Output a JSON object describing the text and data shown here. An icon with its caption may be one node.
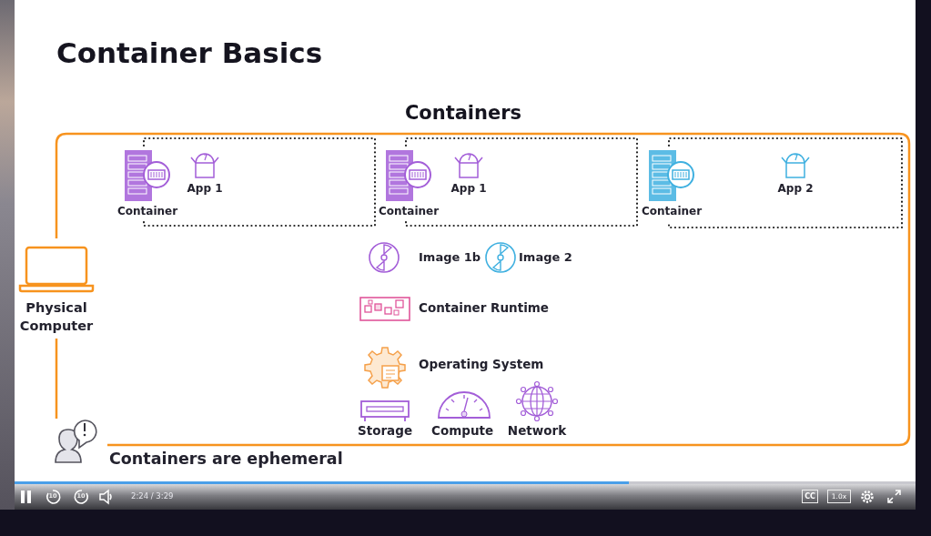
{
  "diagram": {
    "title": "Container Basics",
    "nodes": [
      {
        "text": [
          "Containers"
        ]
      },
      {
        "text": [
          "Container",
          "App 1"
        ],
        "in": 0
      },
      {
        "text": [
          "Container",
          "App 1"
        ],
        "in": 0
      },
      {
        "text": [
          "Container",
          "App 2"
        ],
        "in": 0
      },
      {
        "text": [
          "Physical Computer"
        ]
      }
    ],
    "labels": [
      "Image 1b",
      "Image 2",
      "Container Runtime",
      "Operating System",
      "Storage",
      "Compute",
      "Network",
      "Containers are ephemeral",
      "10",
      "10",
      "2:24 / 3:29",
      "CC",
      "1.0x"
    ]
  }
}
